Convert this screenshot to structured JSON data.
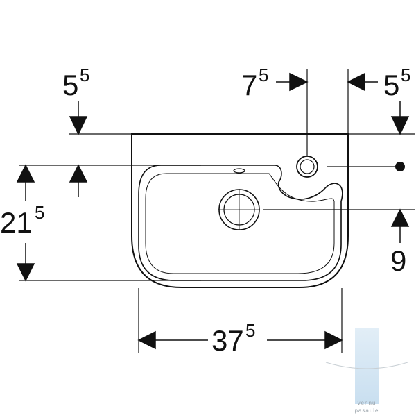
{
  "dimensions": {
    "left_top": {
      "main": "5",
      "sup": "5"
    },
    "tap_offset": {
      "main": "7",
      "sup": "5"
    },
    "right_top": {
      "main": "5",
      "sup": "5"
    },
    "depth": {
      "main": "21",
      "sup": "5"
    },
    "drain_right": {
      "main": "9",
      "sup": ""
    },
    "width": {
      "main": "37",
      "sup": "5"
    }
  },
  "watermark": {
    "line1": "vennu",
    "line2": "pasaule"
  },
  "colors": {
    "line": "#111111",
    "watermark": "#d5e6f2"
  }
}
